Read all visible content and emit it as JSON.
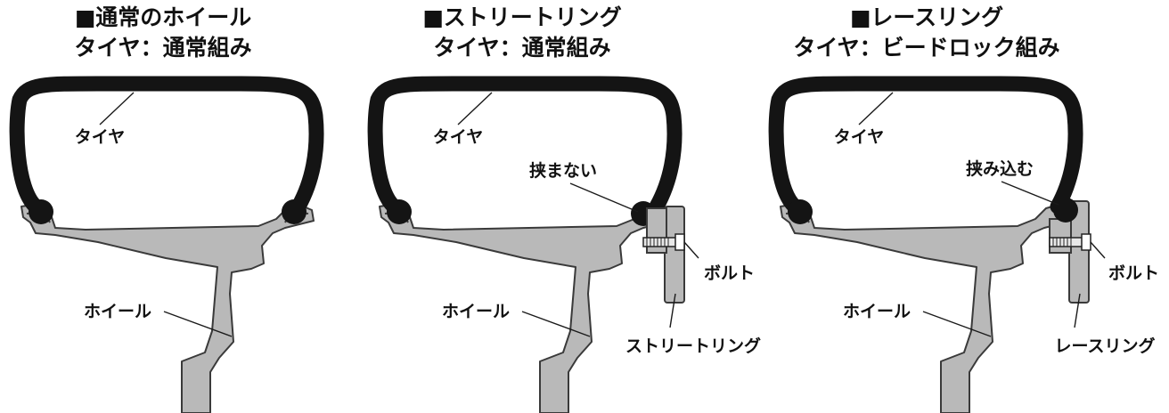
{
  "panels": [
    {
      "title_line1": "■通常のホイール",
      "title_line2": "タイヤ：通常組み",
      "tire_label": "タイヤ",
      "wheel_label": "ホイール"
    },
    {
      "title_line1": "■ストリートリング",
      "title_line2": "タイヤ：通常組み",
      "tire_label": "タイヤ",
      "wheel_label": "ホイール",
      "clamp_label": "挟まない",
      "bolt_label": "ボルト",
      "ring_label": "ストリートリング"
    },
    {
      "title_line1": "■レースリング",
      "title_line2": "タイヤ：ビードロック組み",
      "tire_label": "タイヤ",
      "wheel_label": "ホイール",
      "clamp_label": "挟み込む",
      "bolt_label": "ボルト",
      "ring_label": "レースリング"
    }
  ]
}
